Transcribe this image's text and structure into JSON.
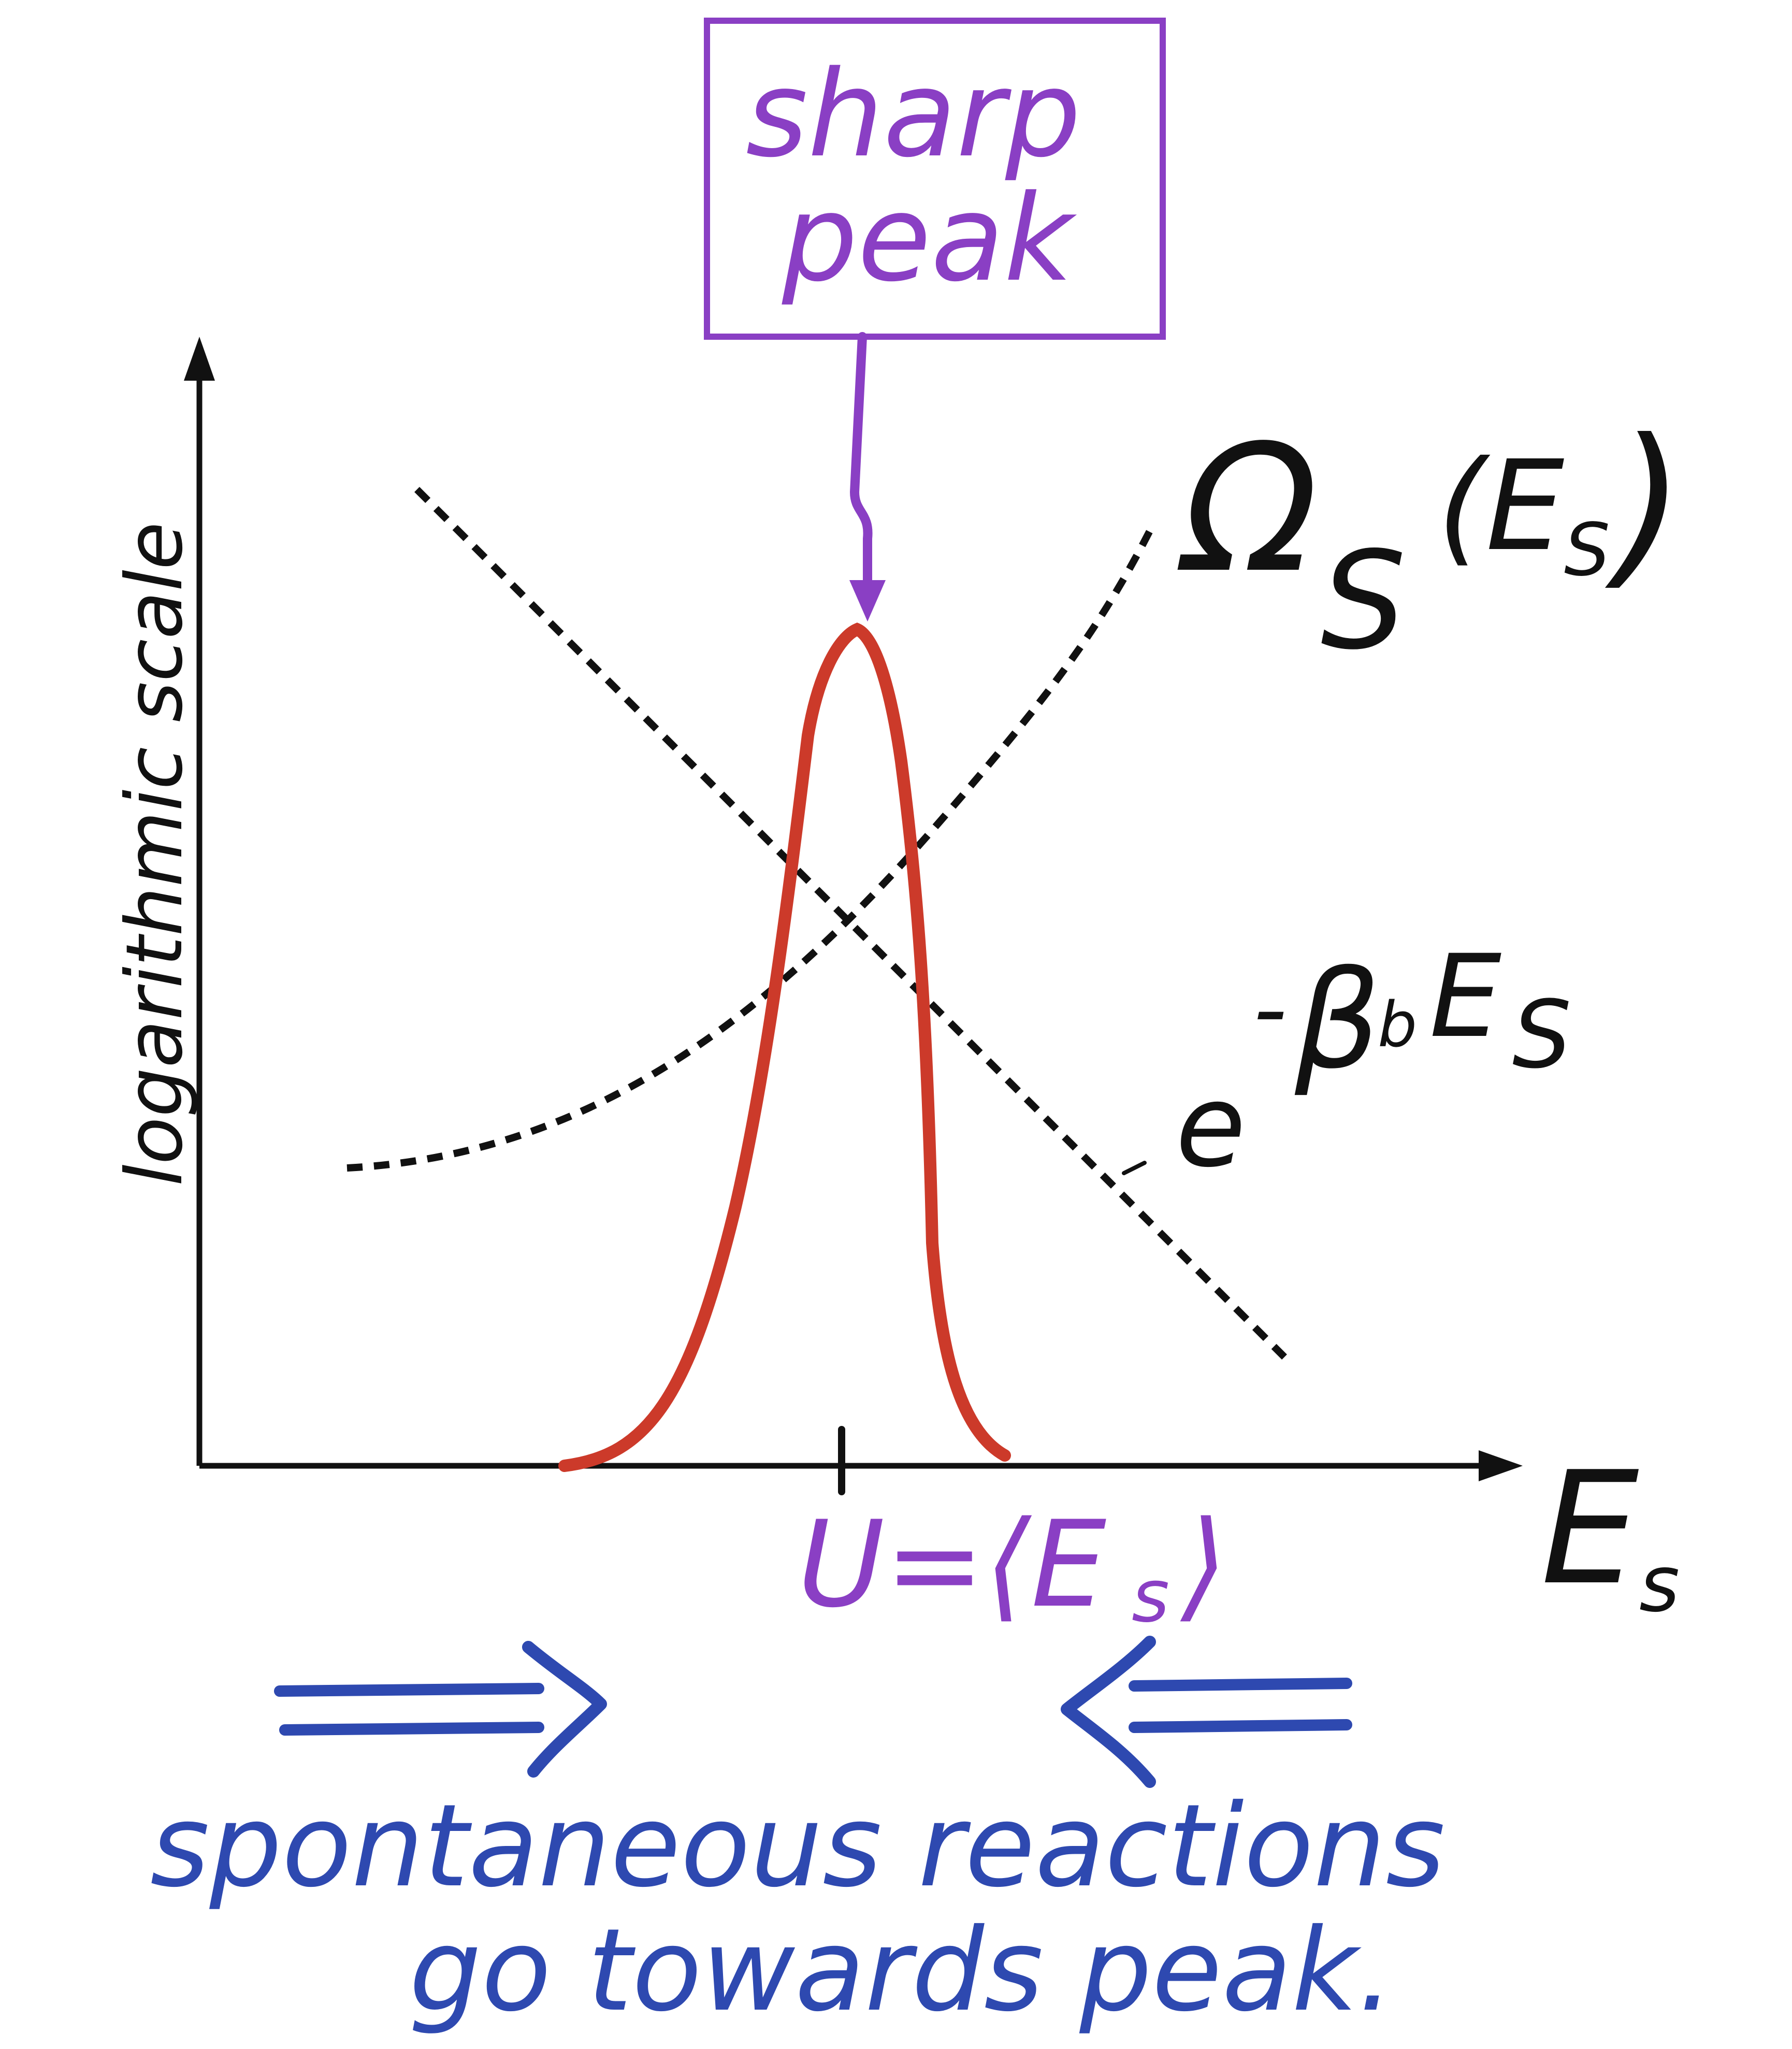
{
  "diagram": {
    "y_axis_label": "logarithmic scale",
    "x_axis_label_main": "E",
    "x_axis_label_sub": "s",
    "peak_label_box": {
      "line1": "sharp",
      "line2": "peak"
    },
    "omega_label": {
      "symbol": "Ω",
      "subscript": "S",
      "argument": "(E",
      "argument_sub": "S",
      "close": ")"
    },
    "boltzmann_label": {
      "base": "e",
      "exp_minus": "-",
      "exp_beta": "β",
      "exp_beta_sub": "b",
      "exp_E": "E",
      "exp_E_sub": "S"
    },
    "mean_label": "U=⟨E",
    "mean_label_sub": "s",
    "mean_label_close": "⟩",
    "caption": {
      "line1": "spontaneous reactions",
      "line2": "go towards peak."
    },
    "colors": {
      "axes": "#111111",
      "curves_dashed": "#111111",
      "peak_curve": "#cc3a2a",
      "purple": "#8a3fc4",
      "blue": "#2e49b0"
    }
  }
}
